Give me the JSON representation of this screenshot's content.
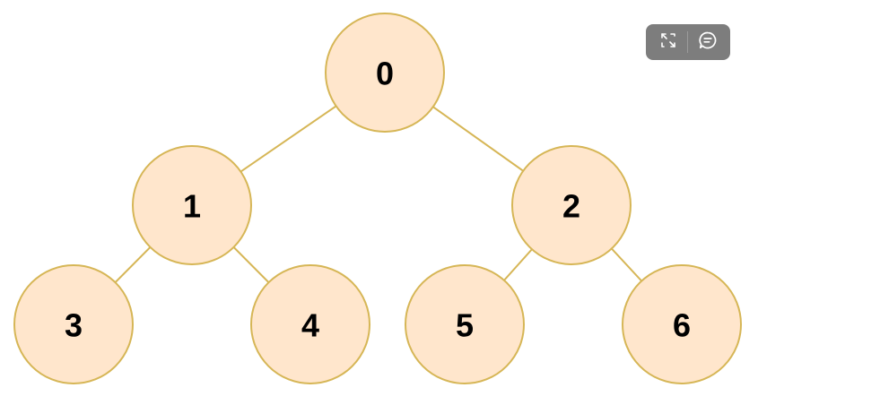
{
  "colors": {
    "node_fill": "#ffe6cc",
    "node_stroke": "#d6b656",
    "edge": "#d6b656",
    "toolbar_bg": "#7d7d7d",
    "toolbar_icon": "#ffffff"
  },
  "tree": {
    "nodes": [
      {
        "id": "0",
        "label": "0"
      },
      {
        "id": "1",
        "label": "1"
      },
      {
        "id": "2",
        "label": "2"
      },
      {
        "id": "3",
        "label": "3"
      },
      {
        "id": "4",
        "label": "4"
      },
      {
        "id": "5",
        "label": "5"
      },
      {
        "id": "6",
        "label": "6"
      }
    ],
    "edges": [
      {
        "from": "0",
        "to": "1"
      },
      {
        "from": "0",
        "to": "2"
      },
      {
        "from": "1",
        "to": "3"
      },
      {
        "from": "1",
        "to": "4"
      },
      {
        "from": "2",
        "to": "5"
      },
      {
        "from": "2",
        "to": "6"
      }
    ]
  },
  "toolbar": {
    "icons": [
      "expand-icon",
      "comment-icon"
    ]
  }
}
